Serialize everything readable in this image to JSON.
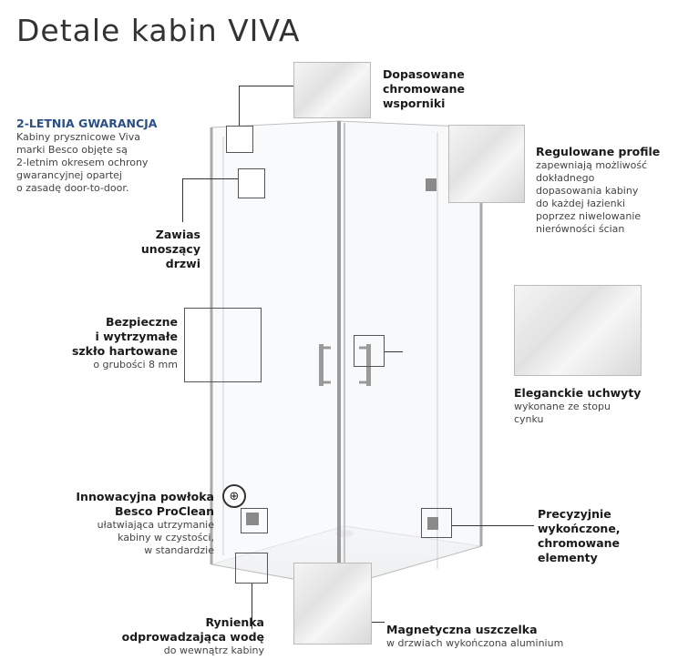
{
  "title": "Detale kabin VIVA",
  "guarantee": {
    "heading": "2-LETNIA GWARANCJA",
    "lines": [
      "Kabiny prysznicowe Viva",
      "marki Besco objęte są",
      "2-letnim okresem ochrony",
      "gwarancyjnej opartej",
      "o zasadę door-to-door."
    ]
  },
  "callouts": {
    "brackets": {
      "title": [
        "Dopasowane",
        "chromowane",
        "wsporniki"
      ]
    },
    "profiles": {
      "title": [
        "Regulowane profile"
      ],
      "sub": [
        "zapewniają możliwość",
        "dokładnego",
        "dopasowania kabiny",
        "do każdej łazienki",
        "poprzez niwelowanie",
        "nierówności ścian"
      ]
    },
    "hinge": {
      "title": [
        "Zawias",
        "unoszący",
        "drzwi"
      ]
    },
    "glass": {
      "title": [
        "Bezpieczne",
        "i wytrzymałe",
        "szkło hartowane"
      ],
      "sub": [
        "o grubości 8 mm"
      ]
    },
    "handles": {
      "title": [
        "Eleganckie uchwyty"
      ],
      "sub": [
        "wykonane ze stopu",
        "cynku"
      ]
    },
    "coating": {
      "title": [
        "Innowacyjna powłoka",
        "Besco ProClean"
      ],
      "sub": [
        "ułatwiająca utrzymanie",
        "kabiny w czystości,",
        "w standardzie"
      ]
    },
    "finish": {
      "title": [
        "Precyzyjnie",
        "wykończone,",
        "chromowane",
        "elementy"
      ]
    },
    "channel": {
      "title": [
        "Rynienka",
        "odprowadzająca wodę"
      ],
      "sub": [
        "do wewnątrz kabiny"
      ]
    },
    "seal": {
      "title": [
        "Magnetyczna uszczelka"
      ],
      "sub": [
        "w drzwiach wykończona aluminium"
      ]
    }
  }
}
